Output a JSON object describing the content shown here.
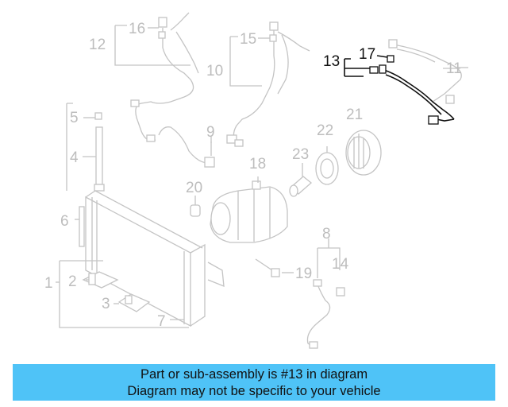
{
  "callouts": {
    "c1": "1",
    "c2": "2",
    "c3": "3",
    "c4": "4",
    "c5": "5",
    "c6": "6",
    "c7": "7",
    "c8": "8",
    "c9": "9",
    "c10": "10",
    "c11": "11",
    "c12": "12",
    "c13": "13",
    "c14": "14",
    "c15": "15",
    "c16": "16",
    "c17": "17",
    "c18": "18",
    "c19": "19",
    "c20": "20",
    "c21": "21",
    "c22": "22",
    "c23": "23"
  },
  "highlighted_part": "13",
  "colors": {
    "banner": "#4fc3f7",
    "highlight": "#111111",
    "faded": "#bdbdbd"
  },
  "banner": {
    "line1": "Part or sub-assembly is #13 in diagram",
    "line2": "Diagram may not be specific to your vehicle"
  }
}
